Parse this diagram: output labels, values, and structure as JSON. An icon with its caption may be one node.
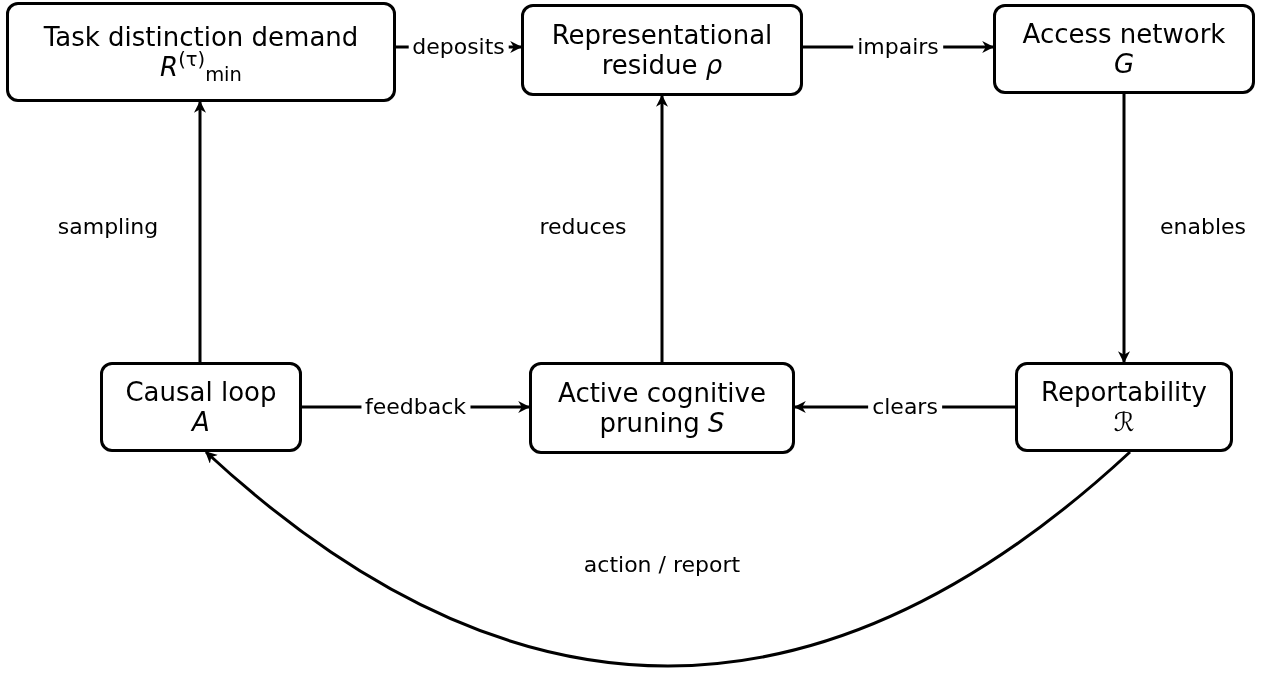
{
  "diagram": {
    "nodes": [
      {
        "text": [
          "Task distinction demand",
          "*R*$^{(τ)}$$_{min}$"
        ]
      },
      {
        "text": [
          "Representational residue *ρ*"
        ]
      },
      {
        "text": [
          "Access network",
          "G"
        ]
      },
      {
        "text": [
          "Causal loop",
          "A"
        ]
      },
      {
        "text": [
          "Active cognitive pruning *S*"
        ]
      },
      {
        "text": [
          "Reportability",
          "ℛ"
        ]
      }
    ],
    "edges": [
      {
        "from": 0,
        "to": 1,
        "arrow": "to",
        "label": "deposits"
      },
      {
        "from": 1,
        "to": 2,
        "arrow": "to",
        "label": "impairs"
      },
      {
        "from": 2,
        "to": 5,
        "arrow": "to",
        "label": "enables"
      },
      {
        "from": 5,
        "to": 4,
        "arrow": "to",
        "label": "clears"
      },
      {
        "from": 3,
        "to": 4,
        "arrow": "to",
        "label": "feedback"
      },
      {
        "from": 3,
        "to": 0,
        "arrow": "to",
        "label": "sampling"
      },
      {
        "from": 4,
        "to": 1,
        "arrow": "to",
        "label": "reduces"
      },
      {
        "from": 5,
        "to": 3,
        "arrow": "to",
        "label": "action / report"
      }
    ]
  }
}
